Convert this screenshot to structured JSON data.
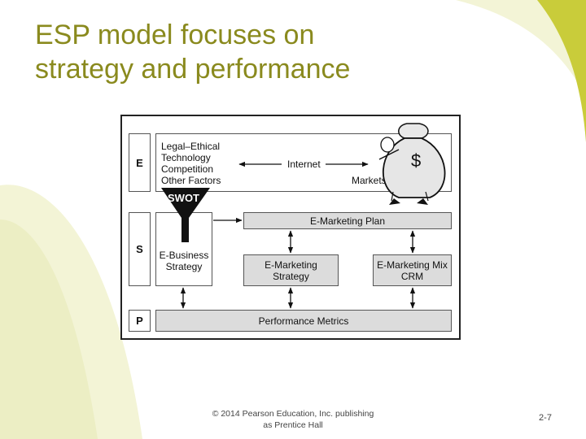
{
  "title": {
    "line1": "ESP model focuses on",
    "line2": "strategy and performance"
  },
  "diagram": {
    "rows": {
      "e": "E",
      "s": "S",
      "p": "P"
    },
    "environment": {
      "factors": [
        "Legal–Ethical",
        "Technology",
        "Competition",
        "Other Factors"
      ],
      "internet": "Internet",
      "markets": "Markets"
    },
    "swot": "SWOT",
    "money_symbol": "$",
    "ebusiness_strategy": {
      "line1": "E-Business",
      "line2": "Strategy"
    },
    "emarketing_plan": "E-Marketing Plan",
    "emarketing_strategy": {
      "line1": "E-Marketing",
      "line2": "Strategy"
    },
    "emarketing_mix": {
      "line1": "E-Marketing Mix",
      "line2": "CRM"
    },
    "performance_metrics": "Performance Metrics"
  },
  "footer": {
    "line1": "© 2014 Pearson Education, Inc. publishing",
    "line2": "as Prentice Hall"
  },
  "page_number": "2-7",
  "colors": {
    "title": "#8a8a1e",
    "accent_shape": "#c9cc3a",
    "pale_shape": "#f1f2cf"
  }
}
